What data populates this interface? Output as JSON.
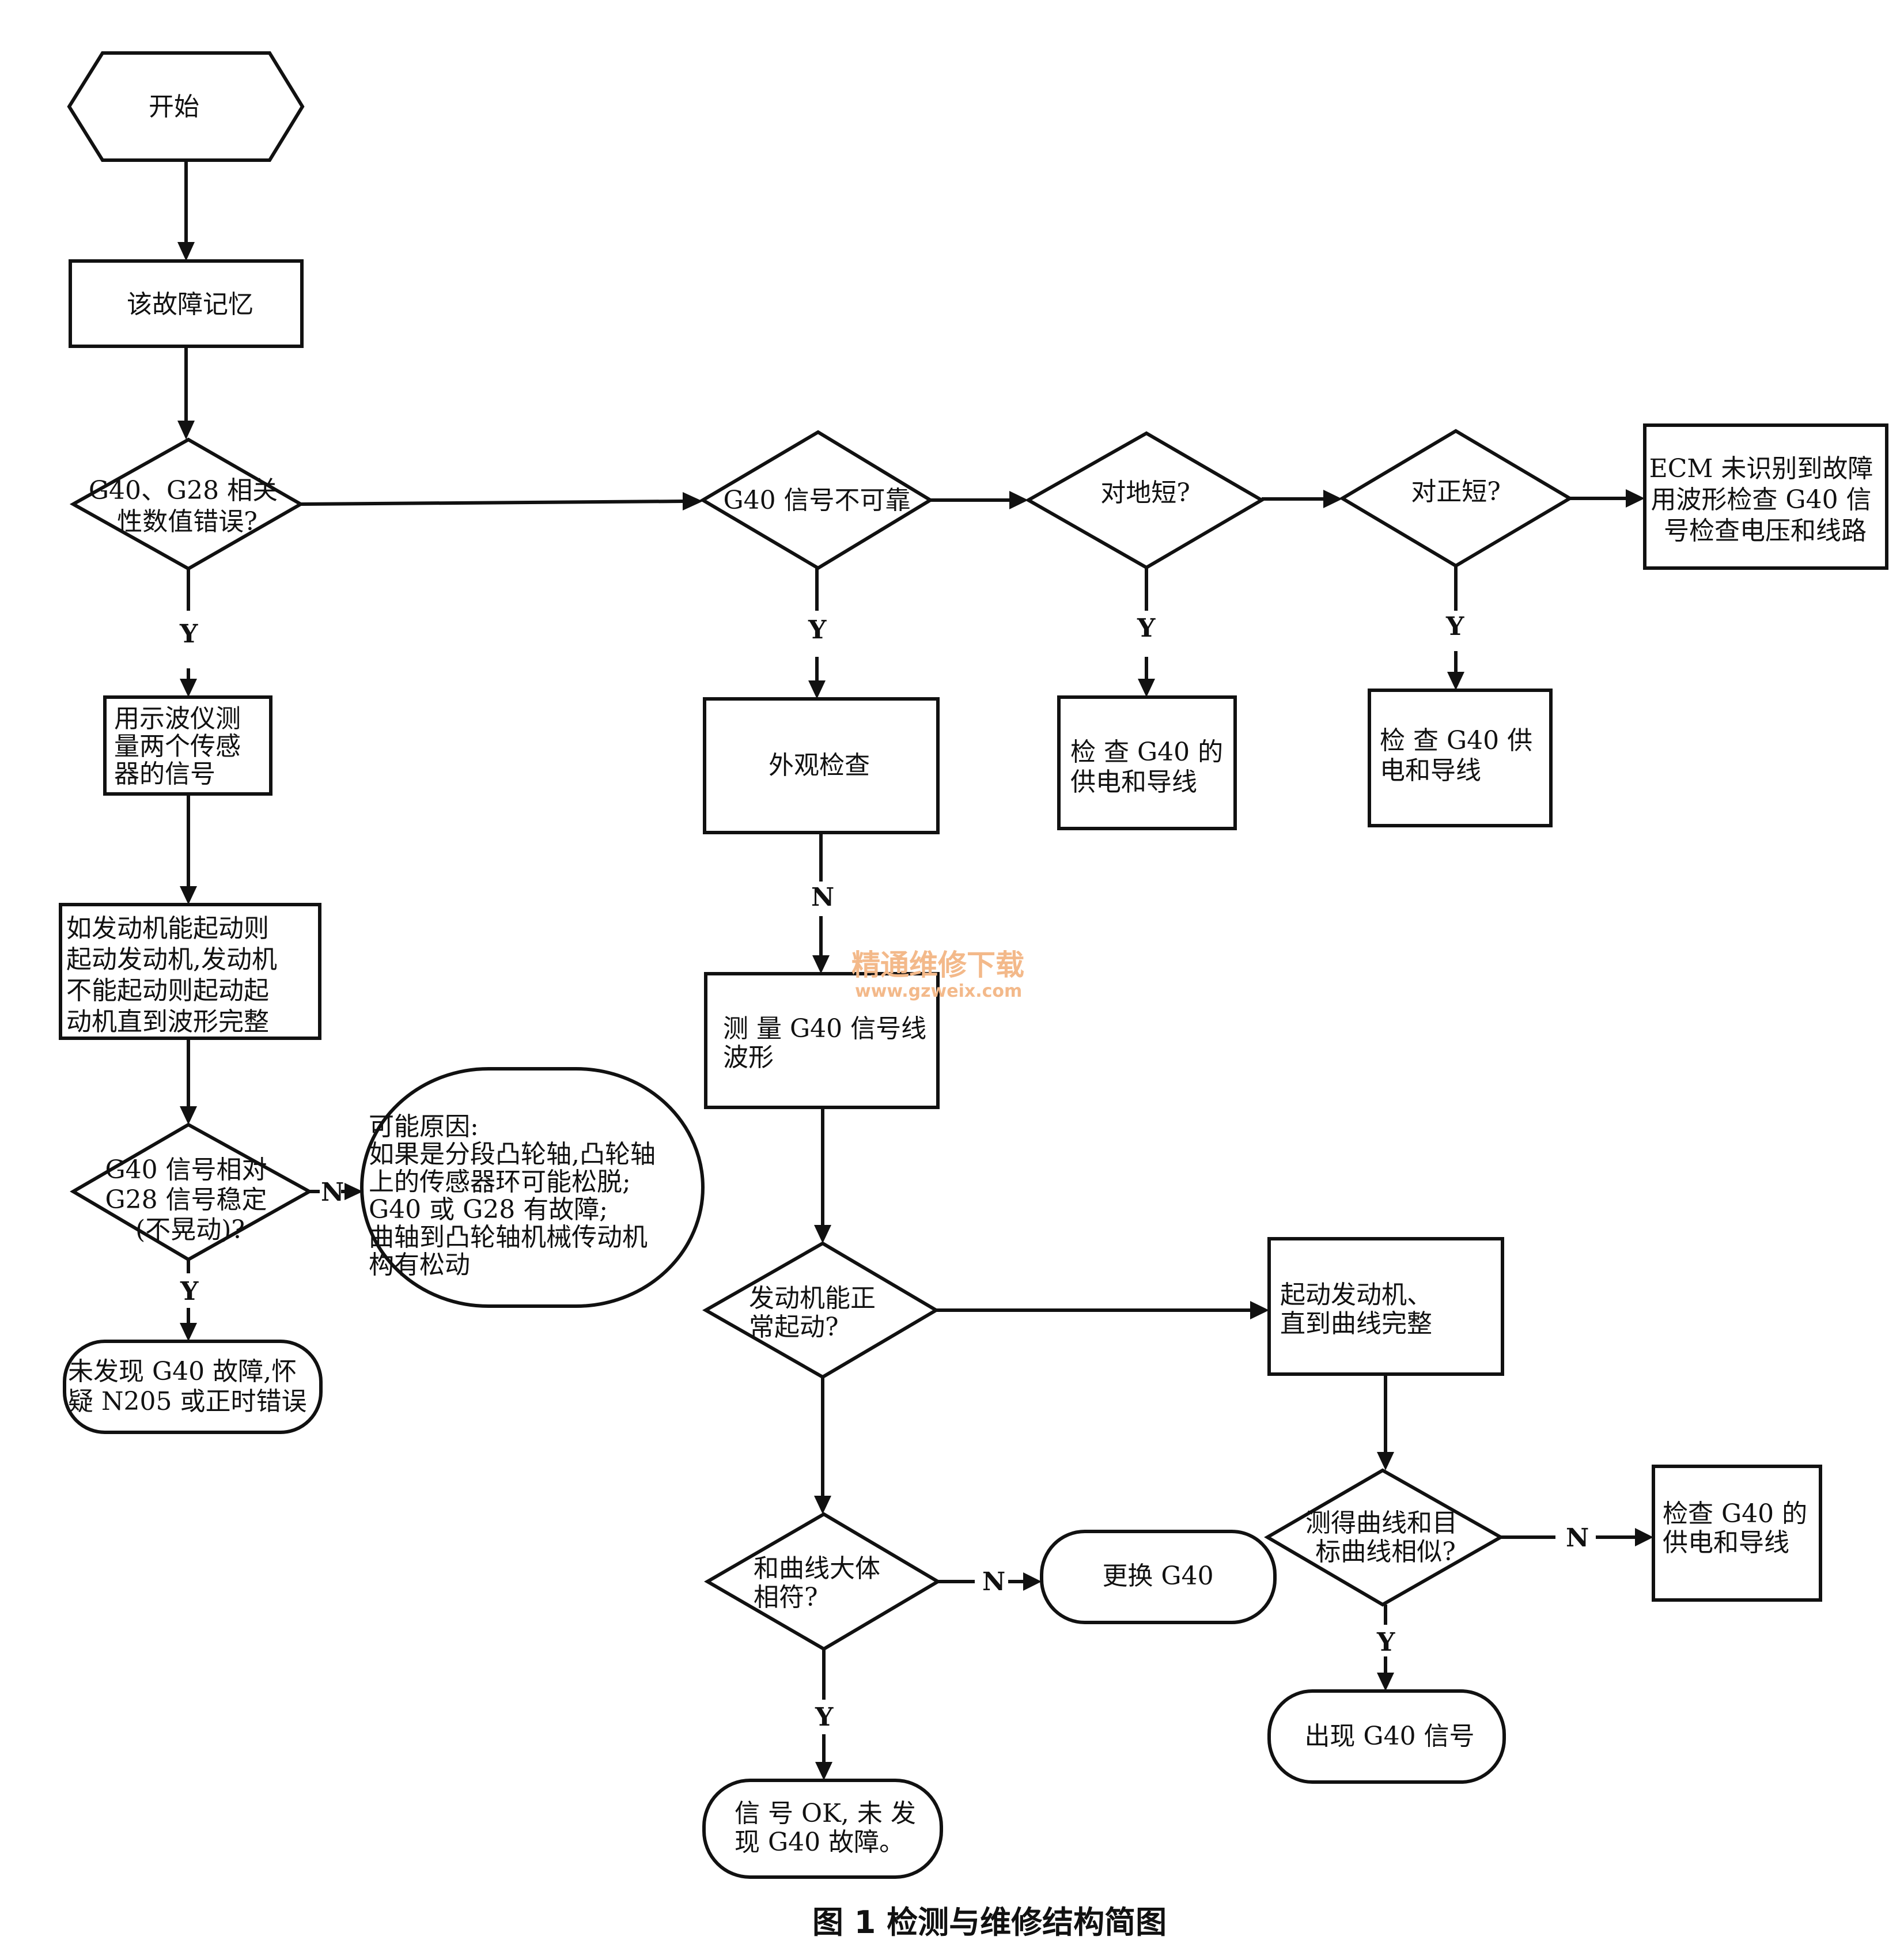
{
  "nodes": {
    "start": [
      "开始"
    ],
    "fault_memory": [
      "该故障记忆"
    ],
    "d_correlation": [
      "G40、G28 相关",
      "性数值错误?"
    ],
    "scope_measure": [
      "用示波仪测",
      "量两个传感",
      "器的信号"
    ],
    "start_engine": [
      "如发动机能起动则",
      "起动发动机,发动机",
      "不能起动则起动起",
      "动机直到波形完整"
    ],
    "d_stable": [
      "G40 信号相对",
      "G28 信号稳定",
      "(不晃动)?"
    ],
    "possible_causes": [
      "可能原因:",
      "如果是分段凸轮轴,凸轮轴",
      "上的传感器环可能松脱;",
      "G40 或 G28 有故障;",
      "曲轴到凸轮轴机械传动机",
      "构有松动"
    ],
    "no_fault_n205": [
      "未发现 G40 故障,怀",
      "疑 N205 或正时错误"
    ],
    "d_unreliable": [
      "G40 信号不可靠"
    ],
    "visual_check": [
      "外观检查"
    ],
    "measure_waveform": [
      "测 量 G40 信号线",
      "波形"
    ],
    "d_engine_starts": [
      "发动机能正",
      "常起动?"
    ],
    "d_curve_match": [
      "和曲线大体",
      "相符?"
    ],
    "replace_g40": [
      "更换 G40"
    ],
    "signal_ok": [
      "信 号 OK, 未 发",
      "现 G40 故障。"
    ],
    "start_engine_curve": [
      "起动发动机、",
      "直到曲线完整"
    ],
    "d_target_curve": [
      "测得曲线和目",
      "标曲线相似?"
    ],
    "check_supply_c": [
      "检查 G40 的",
      "供电和导线"
    ],
    "g40_signal_appears": [
      "出现 G40 信号"
    ],
    "d_short_ground": [
      "对地短?"
    ],
    "check_supply_a": [
      "检 查  G40  的",
      "供电和导线"
    ],
    "d_short_positive": [
      "对正短?"
    ],
    "check_supply_b": [
      "检 查  G40  供",
      "电和导线"
    ],
    "ecm_box": [
      "ECM 未识别到故障",
      "用波形检查 G40 信",
      "号检查电压和线路"
    ]
  },
  "edge_labels": {
    "y_corr": "Y",
    "n_stable": "N",
    "y_stable": "Y",
    "y_unrel": "Y",
    "n_visual": "N",
    "n_curve": "N",
    "y_curve": "Y",
    "n_target": "N",
    "y_target": "Y",
    "y_ground": "Y",
    "y_positive": "Y"
  },
  "watermark": {
    "line1": "精通维修下载",
    "line2": "www.gzweix.com"
  },
  "caption": "图 1    检测与维修结构简图"
}
